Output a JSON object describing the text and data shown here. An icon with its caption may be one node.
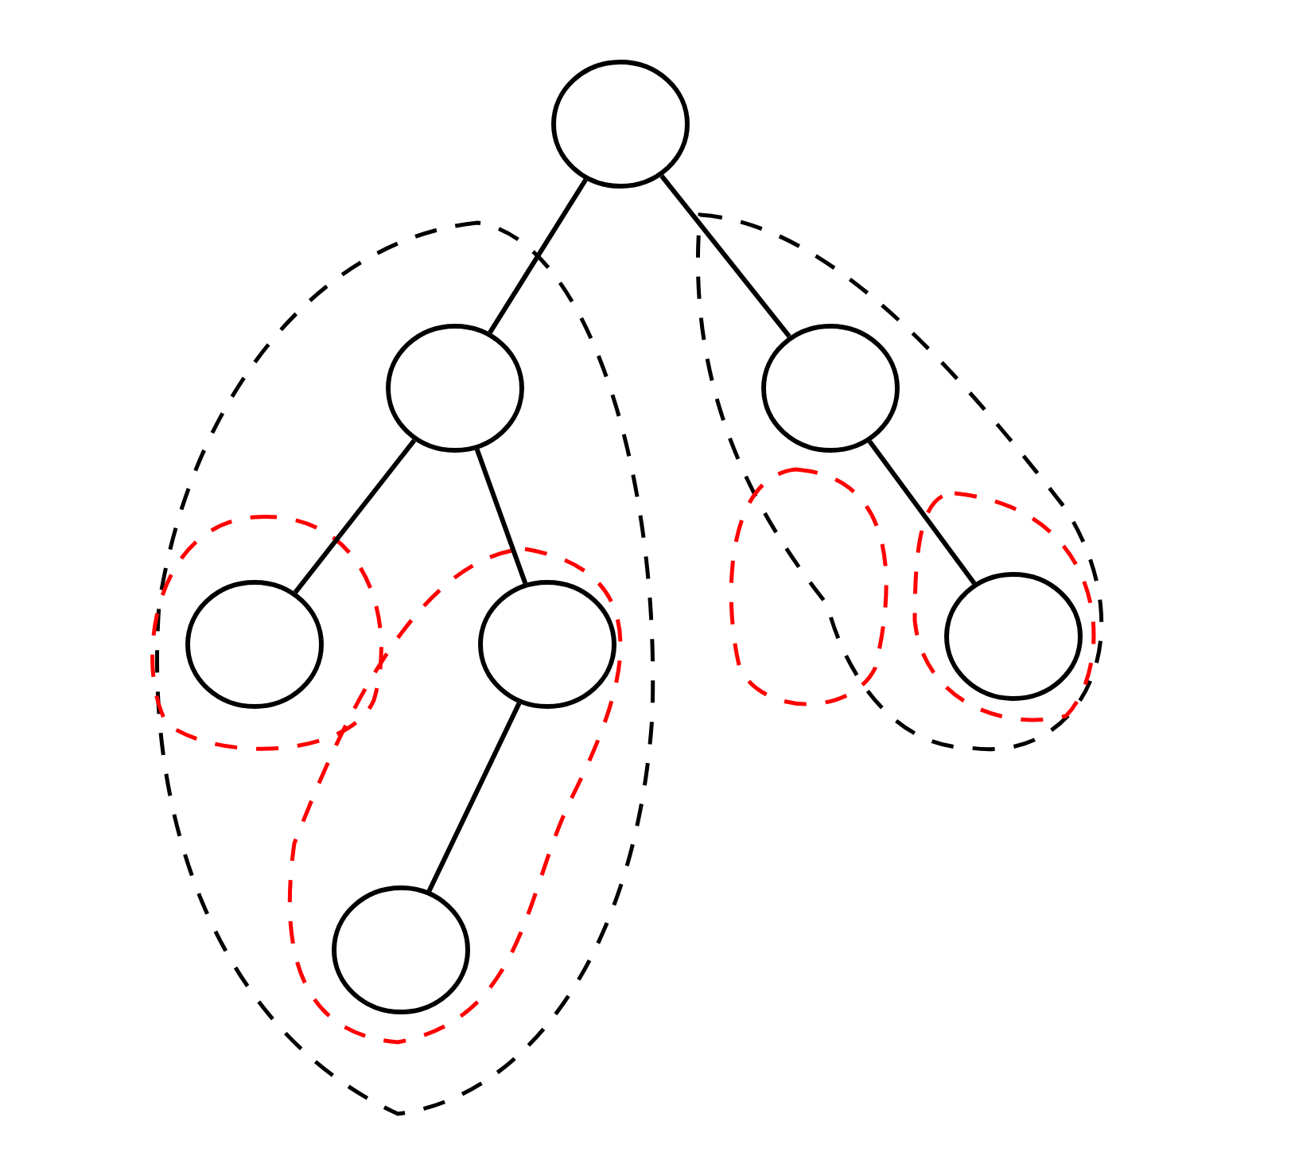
{
  "diagram": {
    "nodes": [
      {
        "text": [],
        "shape": "circle"
      },
      {
        "text": [],
        "shape": "circle"
      },
      {
        "text": [],
        "shape": "circle"
      },
      {
        "text": [],
        "shape": "circle"
      },
      {
        "text": [],
        "shape": "circle"
      },
      {
        "text": [],
        "shape": "circle"
      },
      {
        "text": [],
        "shape": "circle"
      }
    ],
    "edges": [
      {
        "from": 0,
        "to": 1,
        "arrow": "none"
      },
      {
        "from": 0,
        "to": 2,
        "arrow": "none"
      },
      {
        "from": 1,
        "to": 3,
        "arrow": "none"
      },
      {
        "from": 1,
        "to": 4,
        "arrow": "none"
      },
      {
        "from": 4,
        "to": 6,
        "arrow": "none"
      },
      {
        "from": 2,
        "to": 5,
        "arrow": "none"
      }
    ]
  }
}
